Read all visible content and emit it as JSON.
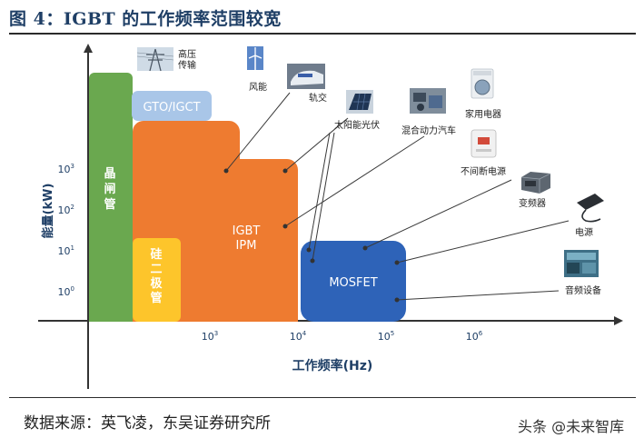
{
  "figure": {
    "title": "图 4：IGBT 的工作频率范围较宽",
    "source": "数据来源：英飞凌，东吴证券研究所",
    "watermark": "头条 @未来智库"
  },
  "chart_data": {
    "type": "diagram",
    "xlabel": "工作频率(Hz)",
    "ylabel": "能量(kW)",
    "x_log_scale": true,
    "y_log_scale": true,
    "x_ticks": [
      {
        "value": 1000,
        "label": "10",
        "exp": "3"
      },
      {
        "value": 10000,
        "label": "10",
        "exp": "4"
      },
      {
        "value": 100000,
        "label": "10",
        "exp": "5"
      },
      {
        "value": 1000000,
        "label": "10",
        "exp": "6"
      }
    ],
    "y_ticks": [
      {
        "value": 1,
        "label": "10",
        "exp": "0"
      },
      {
        "value": 10,
        "label": "10",
        "exp": "1"
      },
      {
        "value": 100,
        "label": "10",
        "exp": "2"
      },
      {
        "value": 1000,
        "label": "10",
        "exp": "3"
      }
    ],
    "regions": [
      {
        "id": "thyristor",
        "label": "晶闸管",
        "color": "#6aa84f"
      },
      {
        "id": "gto",
        "label": "GTO/IGCT",
        "color": "#a9c6e8"
      },
      {
        "id": "igbt",
        "label": "IGBT\nIPM",
        "color": "#ee7b30"
      },
      {
        "id": "diode",
        "label": "硅二极管",
        "color": "#fdc52b"
      },
      {
        "id": "mosfet",
        "label": "MOSFET",
        "color": "#2e63b8"
      }
    ],
    "applications": [
      {
        "id": "hv",
        "label": "高压传输",
        "icon": "power-tower-icon"
      },
      {
        "id": "wind",
        "label": "风能",
        "icon": "wind-turbine-icon"
      },
      {
        "id": "rail",
        "label": "轨交",
        "icon": "train-icon"
      },
      {
        "id": "solar",
        "label": "太阳能光伏",
        "icon": "solar-panel-icon"
      },
      {
        "id": "hybrid",
        "label": "混合动力汽车",
        "icon": "engine-icon"
      },
      {
        "id": "appliance",
        "label": "家用电器",
        "icon": "washing-machine-icon"
      },
      {
        "id": "ups",
        "label": "不间断电源",
        "icon": "ups-icon"
      },
      {
        "id": "inverter",
        "label": "变频器",
        "icon": "inverter-icon"
      },
      {
        "id": "psu",
        "label": "电源",
        "icon": "power-adapter-icon"
      },
      {
        "id": "audio",
        "label": "音频设备",
        "icon": "audio-device-icon"
      }
    ],
    "colors": {
      "axis": "#333333",
      "leader": "#3a3a3a",
      "tick_text": "#1f3f66"
    }
  }
}
